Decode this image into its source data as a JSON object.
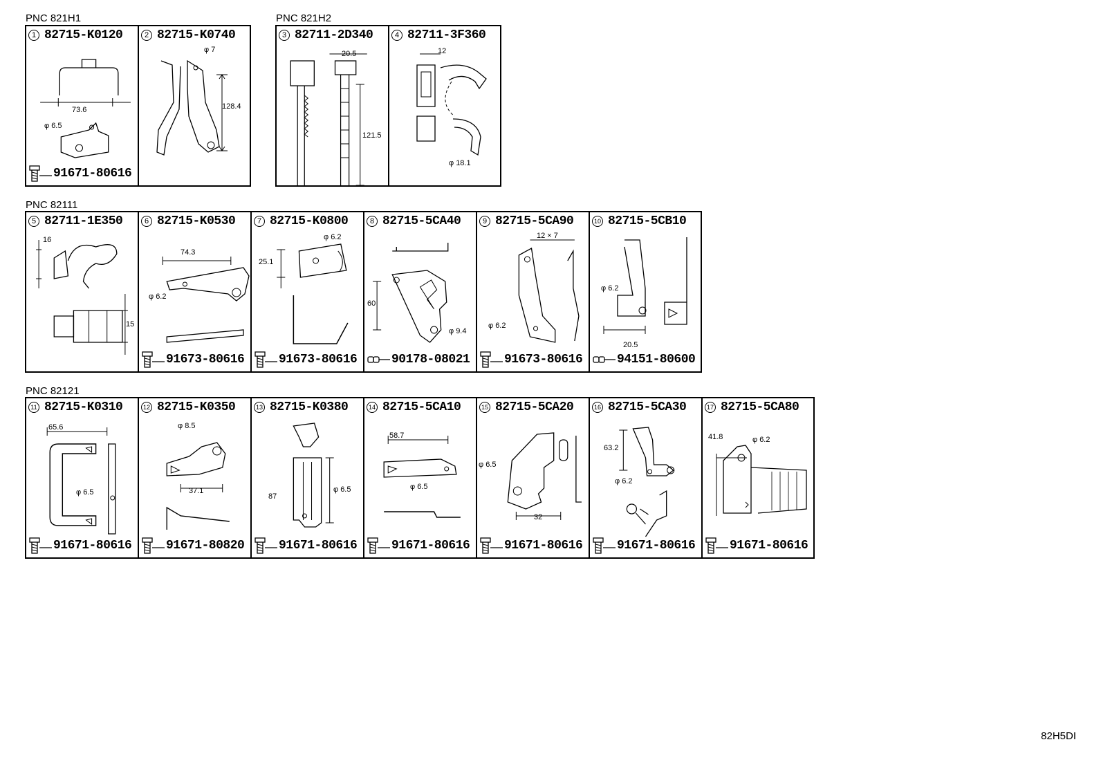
{
  "groups": [
    {
      "label": "PNC 821H1",
      "cells": [
        {
          "num": "1",
          "part": "82715-K0120",
          "fastener": "91671-80616",
          "fastener_type": "bolt",
          "dims": [
            "73.6",
            "φ 6.5"
          ]
        },
        {
          "num": "2",
          "part": "82715-K0740",
          "fastener": "",
          "fastener_type": "",
          "dims": [
            "φ 7",
            "128.4"
          ]
        }
      ]
    },
    {
      "label": "PNC 821H2",
      "cells": [
        {
          "num": "3",
          "part": "82711-2D340",
          "fastener": "",
          "fastener_type": "",
          "dims": [
            "20.5",
            "121.5"
          ]
        },
        {
          "num": "4",
          "part": "82711-3F360",
          "fastener": "",
          "fastener_type": "",
          "dims": [
            "12",
            "φ 18.1"
          ]
        }
      ]
    },
    {
      "label": "PNC 82111",
      "cells": [
        {
          "num": "5",
          "part": "82711-1E350",
          "fastener": "",
          "fastener_type": "",
          "dims": [
            "16",
            "15"
          ]
        },
        {
          "num": "6",
          "part": "82715-K0530",
          "fastener": "91673-80616",
          "fastener_type": "bolt",
          "dims": [
            "74.3",
            "φ 6.2"
          ]
        },
        {
          "num": "7",
          "part": "82715-K0800",
          "fastener": "91673-80616",
          "fastener_type": "bolt",
          "dims": [
            "φ 6.2",
            "25.1"
          ]
        },
        {
          "num": "8",
          "part": "82715-5CA40",
          "fastener": "90178-08021",
          "fastener_type": "nut",
          "dims": [
            "60",
            "φ 9.4"
          ]
        },
        {
          "num": "9",
          "part": "82715-5CA90",
          "fastener": "91673-80616",
          "fastener_type": "bolt",
          "dims": [
            "12 × 7",
            "φ 6.2"
          ]
        },
        {
          "num": "10",
          "part": "82715-5CB10",
          "fastener": "94151-80600",
          "fastener_type": "nut",
          "dims": [
            "φ 6.2",
            "20.5"
          ]
        }
      ]
    },
    {
      "label": "PNC 82121",
      "cells": [
        {
          "num": "11",
          "part": "82715-K0310",
          "fastener": "91671-80616",
          "fastener_type": "bolt",
          "dims": [
            "65.6",
            "φ 6.5"
          ]
        },
        {
          "num": "12",
          "part": "82715-K0350",
          "fastener": "91671-80820",
          "fastener_type": "bolt",
          "dims": [
            "φ 8.5",
            "37.1"
          ]
        },
        {
          "num": "13",
          "part": "82715-K0380",
          "fastener": "91671-80616",
          "fastener_type": "bolt",
          "dims": [
            "87",
            "φ 6.5"
          ]
        },
        {
          "num": "14",
          "part": "82715-5CA10",
          "fastener": "91671-80616",
          "fastener_type": "bolt",
          "dims": [
            "58.7",
            "φ 6.5"
          ]
        },
        {
          "num": "15",
          "part": "82715-5CA20",
          "fastener": "91671-80616",
          "fastener_type": "bolt",
          "dims": [
            "φ 6.5",
            "32"
          ]
        },
        {
          "num": "16",
          "part": "82715-5CA30",
          "fastener": "91671-80616",
          "fastener_type": "bolt",
          "dims": [
            "63.2",
            "φ 6.2"
          ]
        },
        {
          "num": "17",
          "part": "82715-5CA80",
          "fastener": "91671-80616",
          "fastener_type": "bolt",
          "dims": [
            "41.8",
            "φ 6.2"
          ]
        }
      ]
    }
  ],
  "diagram_code": "82H5DI"
}
